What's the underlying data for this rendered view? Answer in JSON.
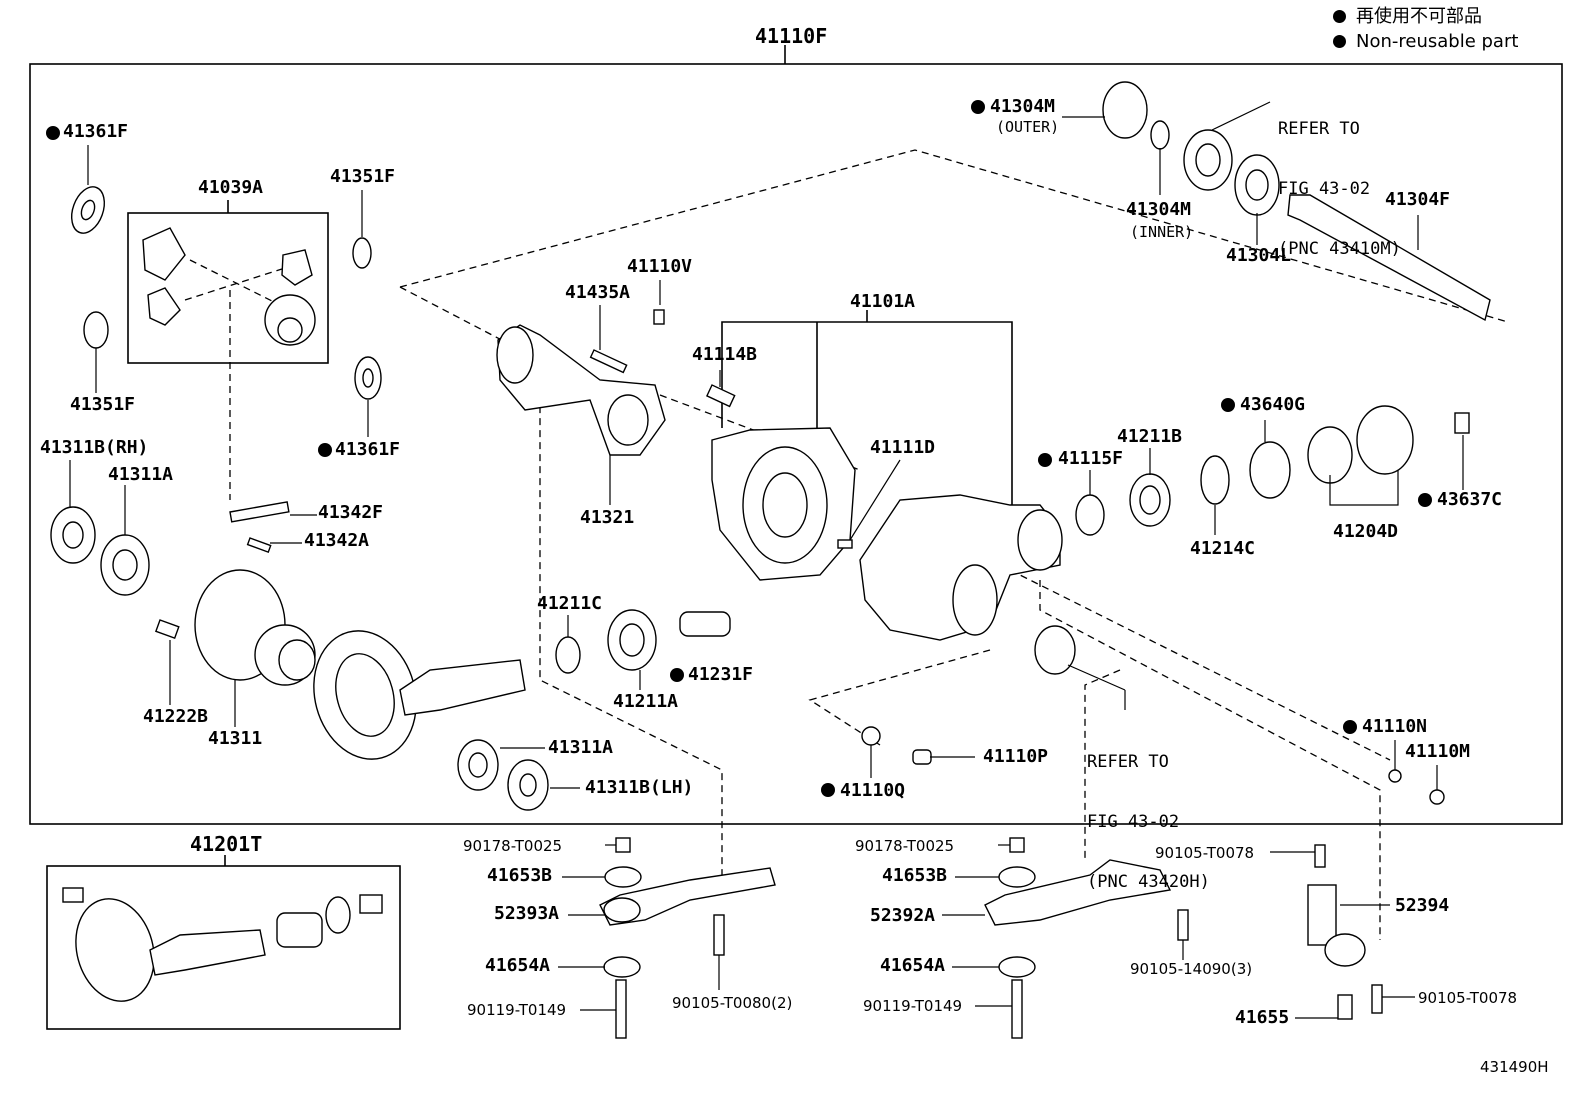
{
  "legend": {
    "line1": "再使用不可部品",
    "line2": "Non-reusable part"
  },
  "figure_code": "431490H",
  "assembly_label": "41110F",
  "kit_label": "41201T",
  "parts": {
    "p41361F_a": "41361F",
    "p41039A": "41039A",
    "p41351F_a": "41351F",
    "p41351F_b": "41351F",
    "p41361F_b": "41361F",
    "p41311B_RH": "41311B(RH)",
    "p41311A_a": "41311A",
    "p41342F": "41342F",
    "p41342A": "41342A",
    "p41222B": "41222B",
    "p41311": "41311",
    "p41311A_b": "41311A",
    "p41311B_LH": "41311B(LH)",
    "p41110V": "41110V",
    "p41435A": "41435A",
    "p41321": "41321",
    "p41211C": "41211C",
    "p41211A": "41211A",
    "p41231F": "41231F",
    "p41101A": "41101A",
    "p41114B": "41114B",
    "p41111D": "41111D",
    "p41110Q": "41110Q",
    "p41110P": "41110P",
    "p41304M_o": "41304M",
    "p41304M_o_sub": "(OUTER)",
    "p41304M_i": "41304M",
    "p41304M_i_sub": "(INNER)",
    "p41304L": "41304L",
    "p41304F": "41304F",
    "p41115F": "41115F",
    "p41211B": "41211B",
    "p43640G": "43640G",
    "p41214C": "41214C",
    "p41204D": "41204D",
    "p43637C": "43637C",
    "p41110N": "41110N",
    "p41110M": "41110M",
    "p90178_a": "90178-T0025",
    "p41653B_a": "41653B",
    "p52393A": "52393A",
    "p41654A_a": "41654A",
    "p90119_a": "90119-T0149",
    "p90105_T0080": "90105-T0080(2)",
    "p90178_b": "90178-T0025",
    "p41653B_b": "41653B",
    "p52392A": "52392A",
    "p41654A_b": "41654A",
    "p90119_b": "90119-T0149",
    "p90105_14090": "90105-14090(3)",
    "p90105_T0078_a": "90105-T0078",
    "p52394": "52394",
    "p41655": "41655",
    "p90105_T0078_b": "90105-T0078"
  },
  "refs": {
    "ref1": [
      "REFER TO",
      "FIG 43-02",
      "(PNC 43410M)"
    ],
    "ref2": [
      "REFER TO",
      "FIG 43-02",
      "(PNC 43420H)"
    ]
  }
}
